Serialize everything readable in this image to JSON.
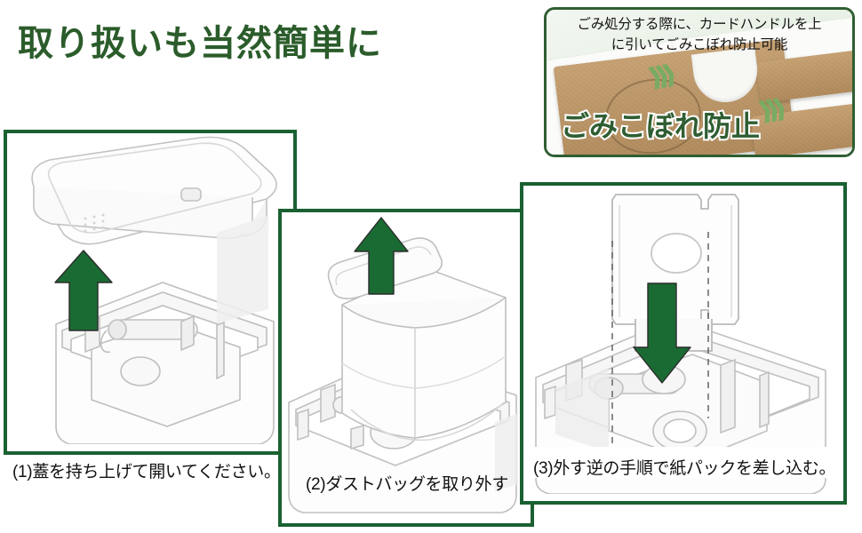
{
  "page": {
    "title": "取り扱いも当然簡単に",
    "accent_green": "#2b5c2b",
    "border_green": "#1a6131",
    "arrow_green": "#1a6b33",
    "background": "#ffffff"
  },
  "inset": {
    "caption_line1": "ごみ処分する際に、カードハンドルを上",
    "caption_line2": "に引いてごみこぼれ防止可能",
    "overlay_text": "ごみこぼれ防止",
    "border_color": "#2f5e32",
    "background_color": "#eef6ee",
    "card_color": "#bb9668",
    "chevron_color": "#7aab63"
  },
  "steps": [
    {
      "number": "(1)",
      "caption": "(1)蓋を持ち上げて開いてください。",
      "arrow": "arrow-up",
      "subject": "lid"
    },
    {
      "number": "(2)",
      "caption": "(2)ダストバッグを取り外す",
      "arrow": "arrow-up",
      "subject": "dust-bag"
    },
    {
      "number": "(3)",
      "caption": "(3)外す逆の手順で紙パックを差し込む。",
      "arrow": "arrow-down",
      "subject": "paper-pack"
    }
  ]
}
